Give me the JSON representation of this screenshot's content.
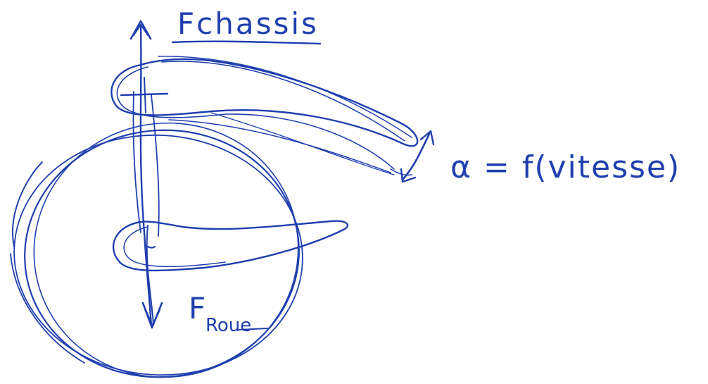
{
  "labels": {
    "chassis_force": "Fchassis",
    "wheel_force_main": "F",
    "wheel_force_sub": "Roue",
    "angle_formula": "α = f(vitesse)"
  },
  "colors": {
    "ink": "#1f3fae",
    "paper": "#ffffff"
  }
}
